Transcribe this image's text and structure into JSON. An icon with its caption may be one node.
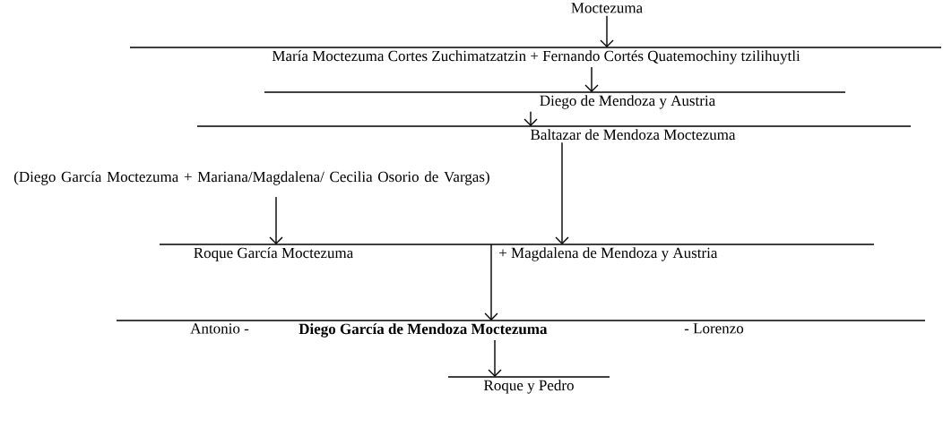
{
  "diagram": {
    "nodes": [
      {
        "text": [
          "Moctezuma"
        ]
      },
      {
        "text": [
          "María Moctezuma Cortes Zuchimatzatzin + Fernando Cortés Quatemochiny tzilihuytli"
        ]
      },
      {
        "text": [
          "Diego de Mendoza y Austria"
        ]
      },
      {
        "text": [
          "Baltazar de Mendoza Moctezuma"
        ]
      },
      {
        "text": [
          "(Diego García Moctezuma + Mariana/Magdalena/ Cecilia Osorio de Vargas)"
        ]
      },
      {
        "text": [
          "Roque García Moctezuma"
        ]
      },
      {
        "text": [
          "+ Magdalena de Mendoza y Austria"
        ]
      },
      {
        "text": [
          "Antonio -"
        ]
      },
      {
        "text": [
          "Diego García de Mendoza Moctezuma"
        ]
      },
      {
        "text": [
          "- Lorenzo"
        ]
      },
      {
        "text": [
          "Roque y Pedro"
        ]
      }
    ],
    "edges": [
      {
        "from": 0,
        "to": 1,
        "arrow": "to"
      },
      {
        "from": 1,
        "to": 2,
        "arrow": "to"
      },
      {
        "from": 2,
        "to": 3,
        "arrow": "to"
      },
      {
        "from": 4,
        "to": 5,
        "arrow": "to"
      },
      {
        "from": 3,
        "to": 6,
        "arrow": "to"
      },
      {
        "from": 6,
        "to": 8,
        "arrow": "to"
      },
      {
        "from": 8,
        "to": 10,
        "arrow": "to"
      }
    ]
  }
}
